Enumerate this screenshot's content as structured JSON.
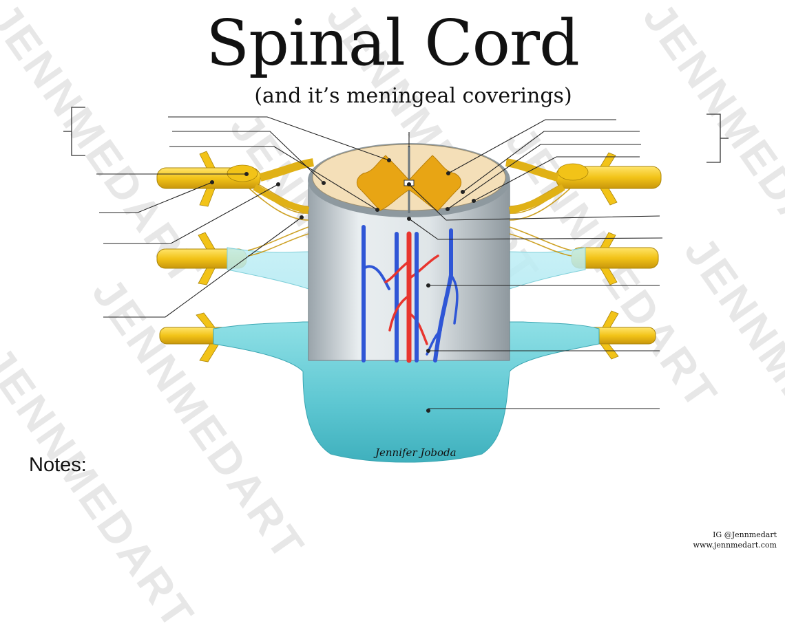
{
  "title": "Spinal Cord",
  "subtitle": "(and it’s meningeal coverings)",
  "notes_label": "Notes:",
  "signature": "Jennifer Joboda",
  "credits": {
    "instagram": "IG @Jennmedart",
    "website": "www.jennmedart.com"
  },
  "watermark_text": "JENNMEDART",
  "colors": {
    "nerve": "#f2c318",
    "grey_matter": "#e8a514",
    "white_matter": "#f4dfb8",
    "dura": "#6dd1da",
    "artery": "#e8352e",
    "vein": "#2f56d6",
    "cord_side": "#cfd6da"
  }
}
